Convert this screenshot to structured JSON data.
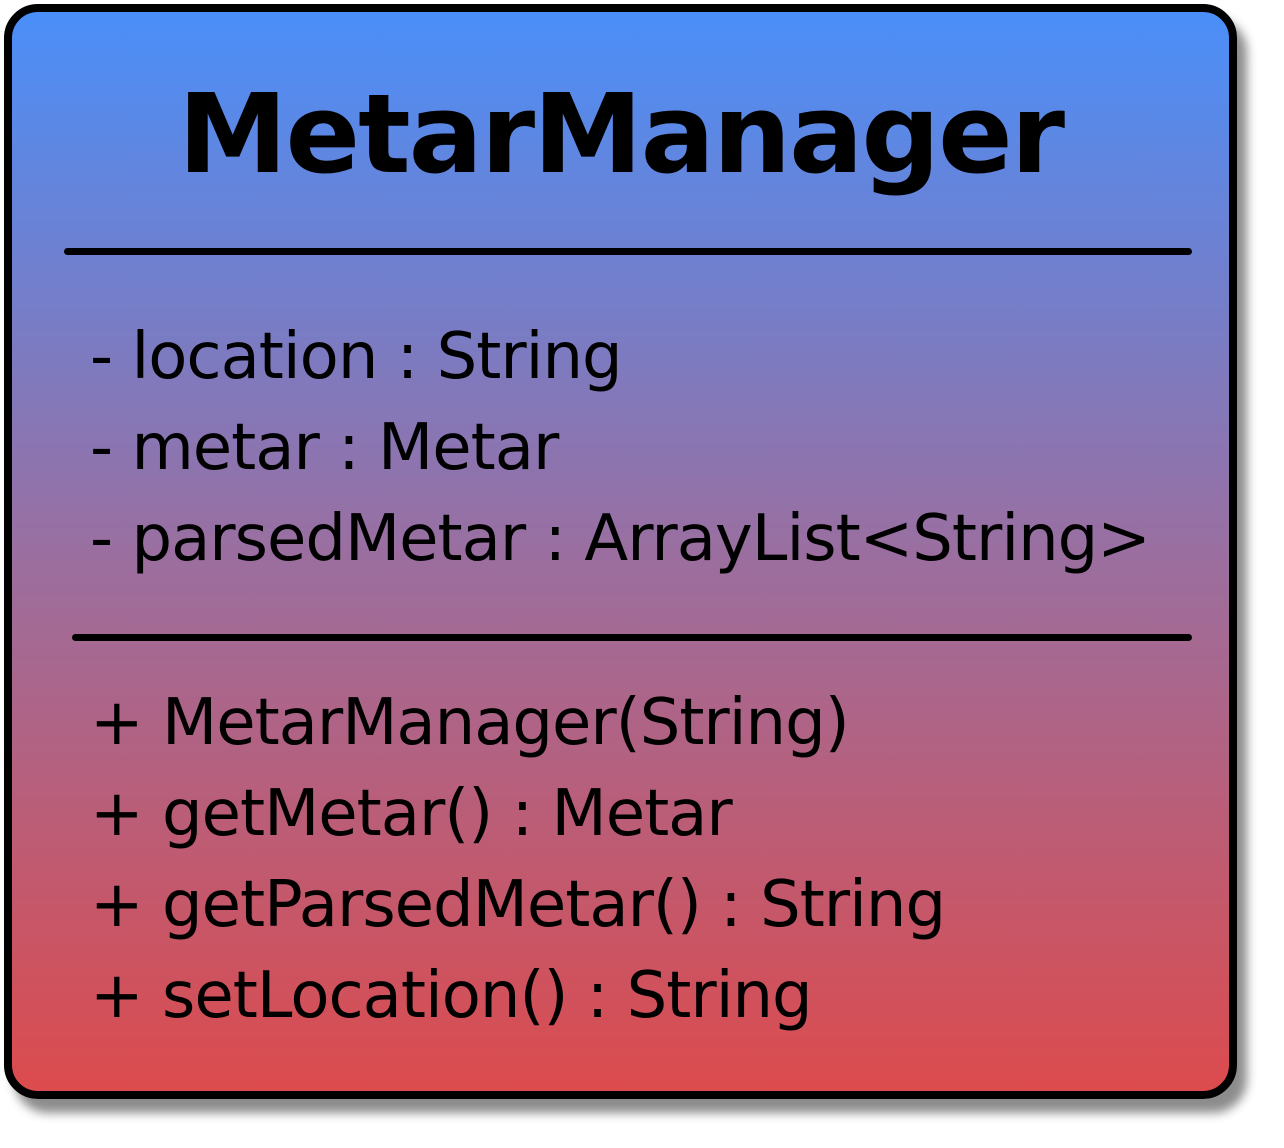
{
  "class": {
    "name": "MetarManager",
    "attributes": [
      "- location : String",
      "- metar : Metar",
      "- parsedMetar : ArrayList<String>"
    ],
    "operations": [
      "+ MetarManager(String)",
      "+ getMetar() : Metar",
      "+ getParsedMetar() : String",
      "+ setLocation() : String"
    ]
  },
  "colors": {
    "gradient_top": "#4a8ff9",
    "gradient_middle": "#9a6fa0",
    "gradient_bottom": "#dc4b4d",
    "border": "#000000"
  }
}
